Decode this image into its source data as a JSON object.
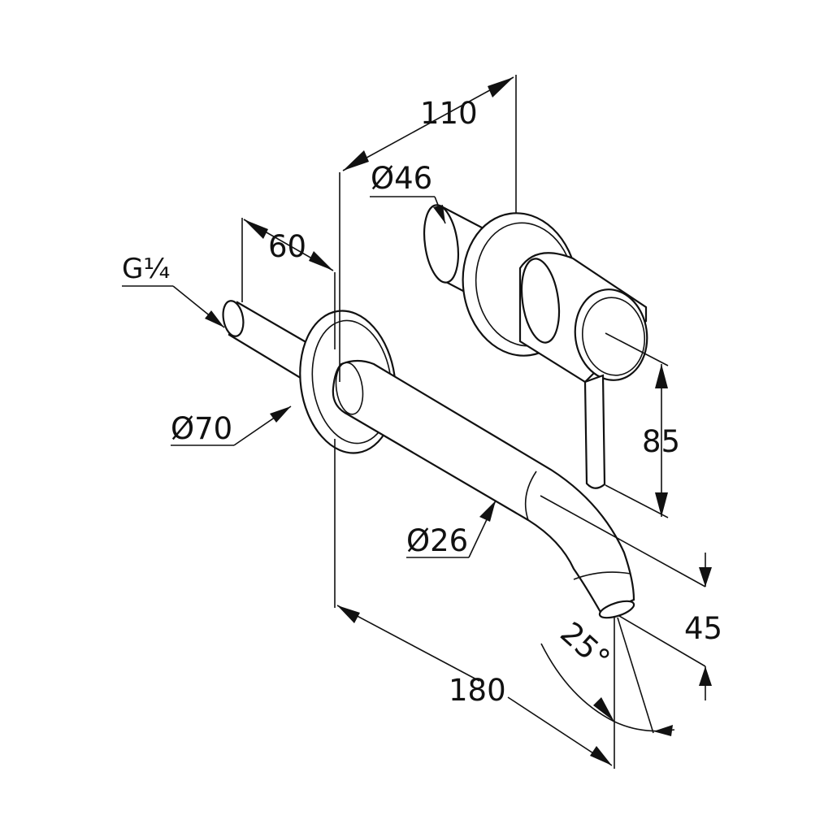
{
  "dimensions": {
    "width_110": "110",
    "diameter_46": "Ø46",
    "depth_60": "60",
    "thread_g": "G¼",
    "diameter_70": "Ø70",
    "height_85": "85",
    "diameter_26": "Ø26",
    "height_45": "45",
    "angle_25": "25°",
    "length_180": "180"
  }
}
